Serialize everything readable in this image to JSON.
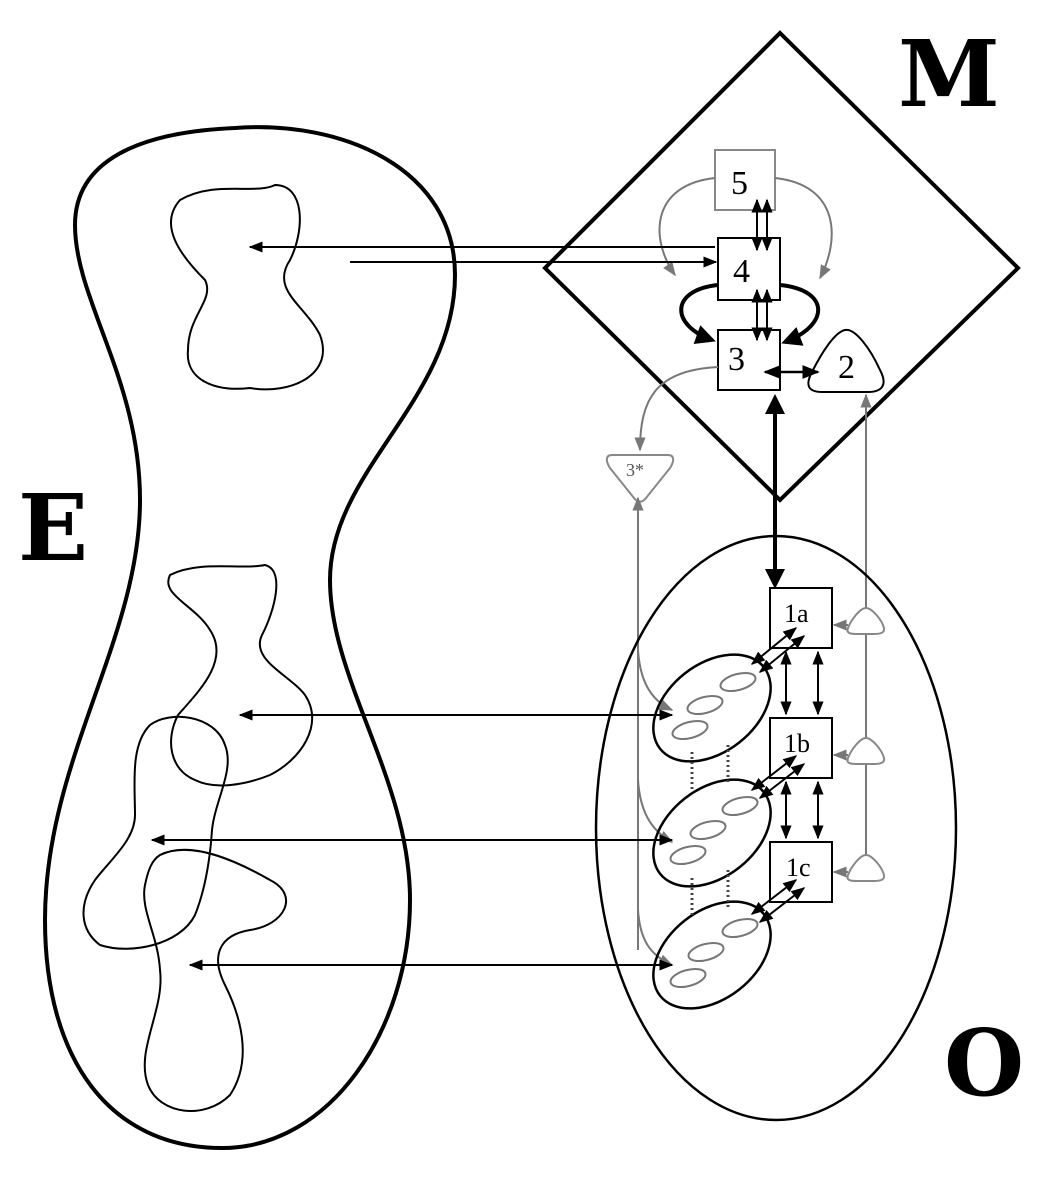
{
  "regions": {
    "environment": "E",
    "metasystem": "M",
    "operations": "O"
  },
  "systems": {
    "s5": "5",
    "s4": "4",
    "s3": "3",
    "s2": "2",
    "s3star": "3*",
    "s1a": "1a",
    "s1b": "1b",
    "s1c": "1c"
  },
  "colors": {
    "stroke": "#000000",
    "background": "#ffffff",
    "muted": "#777777"
  }
}
